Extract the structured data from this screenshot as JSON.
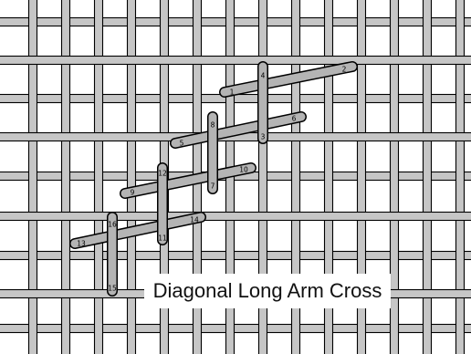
{
  "caption": "Diagonal Long Arm Cross",
  "colors": {
    "background": "#ffffff",
    "thread_fill": "#c6c6c6",
    "thread_outline": "#000000",
    "stitch_fill": "#b4b4b4",
    "stitch_outline": "#000000"
  },
  "stitch_numbers": [
    "1",
    "2",
    "3",
    "4",
    "5",
    "6",
    "7",
    "8",
    "9",
    "10",
    "11",
    "12",
    "13",
    "14",
    "15",
    "16"
  ]
}
